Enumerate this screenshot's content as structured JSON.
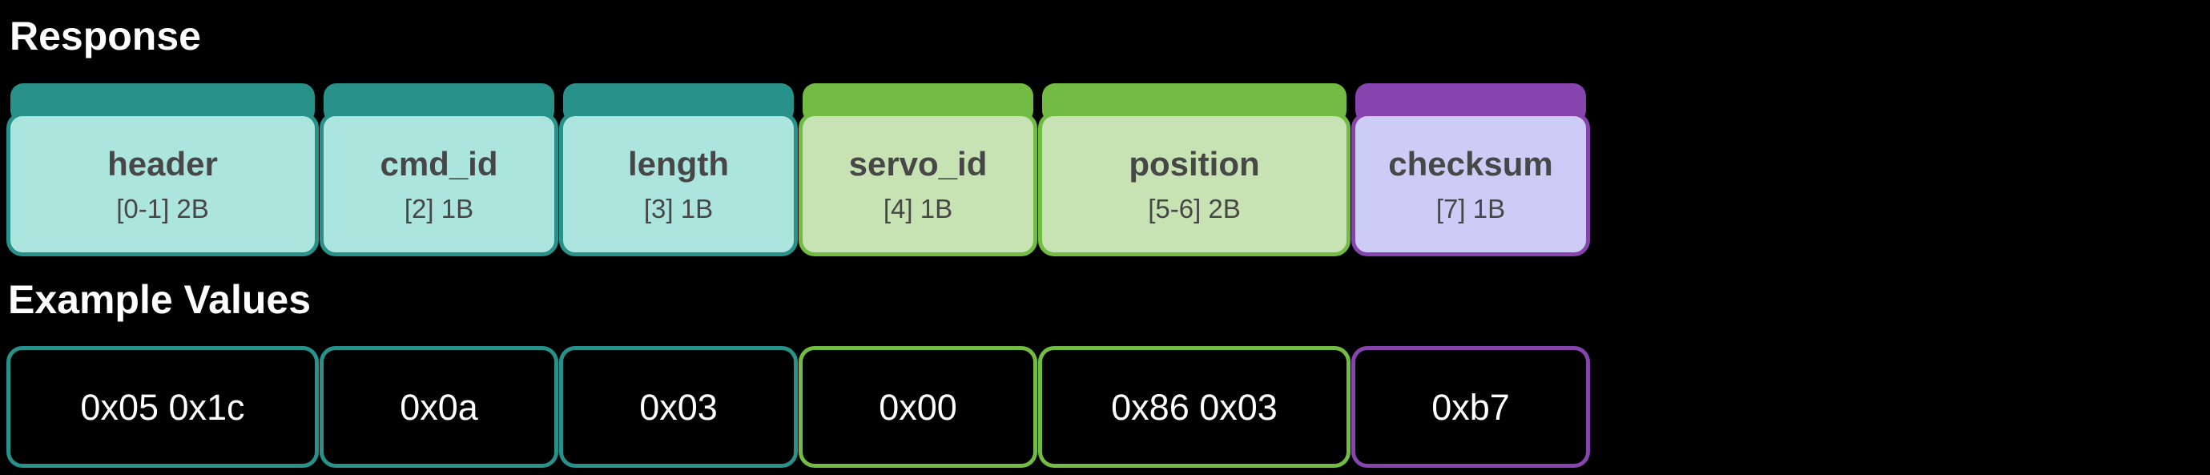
{
  "diagram": {
    "response_title": "Response",
    "example_title": "Example Values"
  },
  "colors": {
    "teal": {
      "accent": "#28918a",
      "fill": "#abe5de"
    },
    "green": {
      "accent": "#72bc44",
      "fill": "#c8e3b3"
    },
    "purple": {
      "accent": "#8744ae",
      "fill": "#cdccf7"
    },
    "label_text": "#474747",
    "title_text": "#ffffff",
    "value_text": "#ffffff",
    "background": "#000000"
  },
  "fields": [
    {
      "name": "header",
      "range": "[0-1] 2B",
      "value": "0x05 0x1c",
      "bytes": 2,
      "scheme": "teal"
    },
    {
      "name": "cmd_id",
      "range": "[2] 1B",
      "value": "0x0a",
      "bytes": 1,
      "scheme": "teal"
    },
    {
      "name": "length",
      "range": "[3] 1B",
      "value": "0x03",
      "bytes": 1,
      "scheme": "teal"
    },
    {
      "name": "servo_id",
      "range": "[4] 1B",
      "value": "0x00",
      "bytes": 1,
      "scheme": "green"
    },
    {
      "name": "position",
      "range": "[5-6] 2B",
      "value": "0x86 0x03",
      "bytes": 2,
      "scheme": "green"
    },
    {
      "name": "checksum",
      "range": "[7] 1B",
      "value": "0xb7",
      "bytes": 1,
      "scheme": "purple"
    }
  ]
}
